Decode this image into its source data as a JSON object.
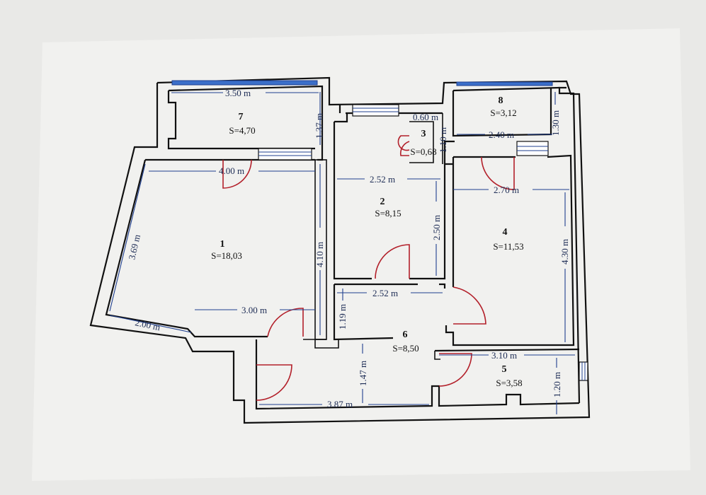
{
  "rooms": [
    {
      "id": "1",
      "number": "1",
      "area": "S=18,03"
    },
    {
      "id": "2",
      "number": "2",
      "area": "S=8,15"
    },
    {
      "id": "3",
      "number": "3",
      "area": "S=0,68"
    },
    {
      "id": "4",
      "number": "4",
      "area": "S=11,53"
    },
    {
      "id": "5",
      "number": "5",
      "area": "S=3,58"
    },
    {
      "id": "6",
      "number": "6",
      "area": "S=8,50"
    },
    {
      "id": "7",
      "number": "7",
      "area": "S=4,70"
    },
    {
      "id": "8",
      "number": "8",
      "area": "S=3,12"
    }
  ],
  "dimensions": {
    "d_350": "3.50 m",
    "d_137": "1.37 m",
    "d_400": "4.00 m",
    "d_369": "3.69 m",
    "d_410": "4.10 m",
    "d_300": "3.00 m",
    "d_200": "2.00 m",
    "d_252_top": "2.52 m",
    "d_250": "2.50 m",
    "d_252_bot": "2.52 m",
    "d_119": "1.19 m",
    "d_060": "0.60 m",
    "d_110": "1.10 m",
    "d_240": "2.40 m",
    "d_130": "1.30 m",
    "d_270": "2.70 m",
    "d_430": "4.30 m",
    "d_310": "3.10 m",
    "d_120": "1.20 m",
    "d_147": "1.47 m",
    "d_387": "3.87 m"
  },
  "colors": {
    "wall": "#111111",
    "dimension": "#1f3f8f",
    "door": "#b3202a",
    "window": "#3b6fc9",
    "paper": "#ffffff",
    "background": "#e9e9e7"
  }
}
